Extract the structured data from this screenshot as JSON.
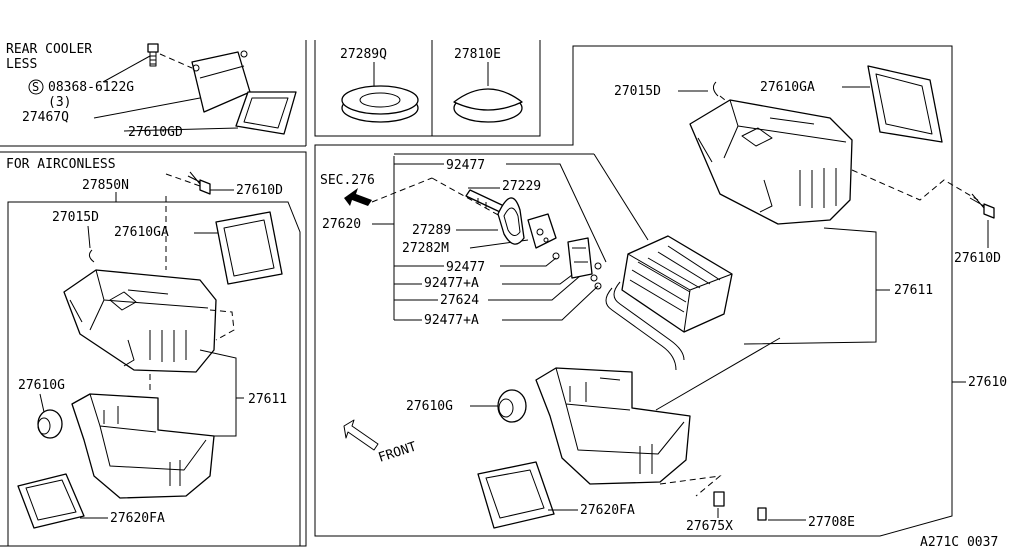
{
  "panels": {
    "rear_cooler": {
      "heading_1": "REAR COOLER",
      "heading_2": "LESS",
      "screw_code": "08368-6122G",
      "screw_circle": "S",
      "screw_qty": "(3)",
      "bracket": "27467Q",
      "gasket": "27610GD"
    },
    "grommets": {
      "grommet_a": "27289Q",
      "grommet_b": "27810E"
    },
    "airconless": {
      "heading": "FOR AIRCONLESS",
      "assembly": "27850N",
      "clip": "27015D",
      "seal_upper": "27610GA",
      "screw": "27610D",
      "case": "27611",
      "grommet": "27610G",
      "seal_lower": "27620FA"
    },
    "main": {
      "sec_ref": "SEC.276",
      "evap": "27620",
      "oring_1": "92477",
      "pipe": "27229",
      "grommet_pipe": "27289",
      "plug": "27282M",
      "oring_2": "92477",
      "oring_3": "92477+A",
      "valve": "27624",
      "oring_4": "92477+A",
      "clip": "27015D",
      "seal_upper": "27610GA",
      "screw": "27610D",
      "case": "27611",
      "assembly": "27610",
      "grommet": "27610G",
      "front": "FRONT",
      "seal_lower": "27620FA",
      "clip_small": "27675X",
      "clip_tiny": "27708E"
    }
  },
  "figure_code": "A271C 0037"
}
